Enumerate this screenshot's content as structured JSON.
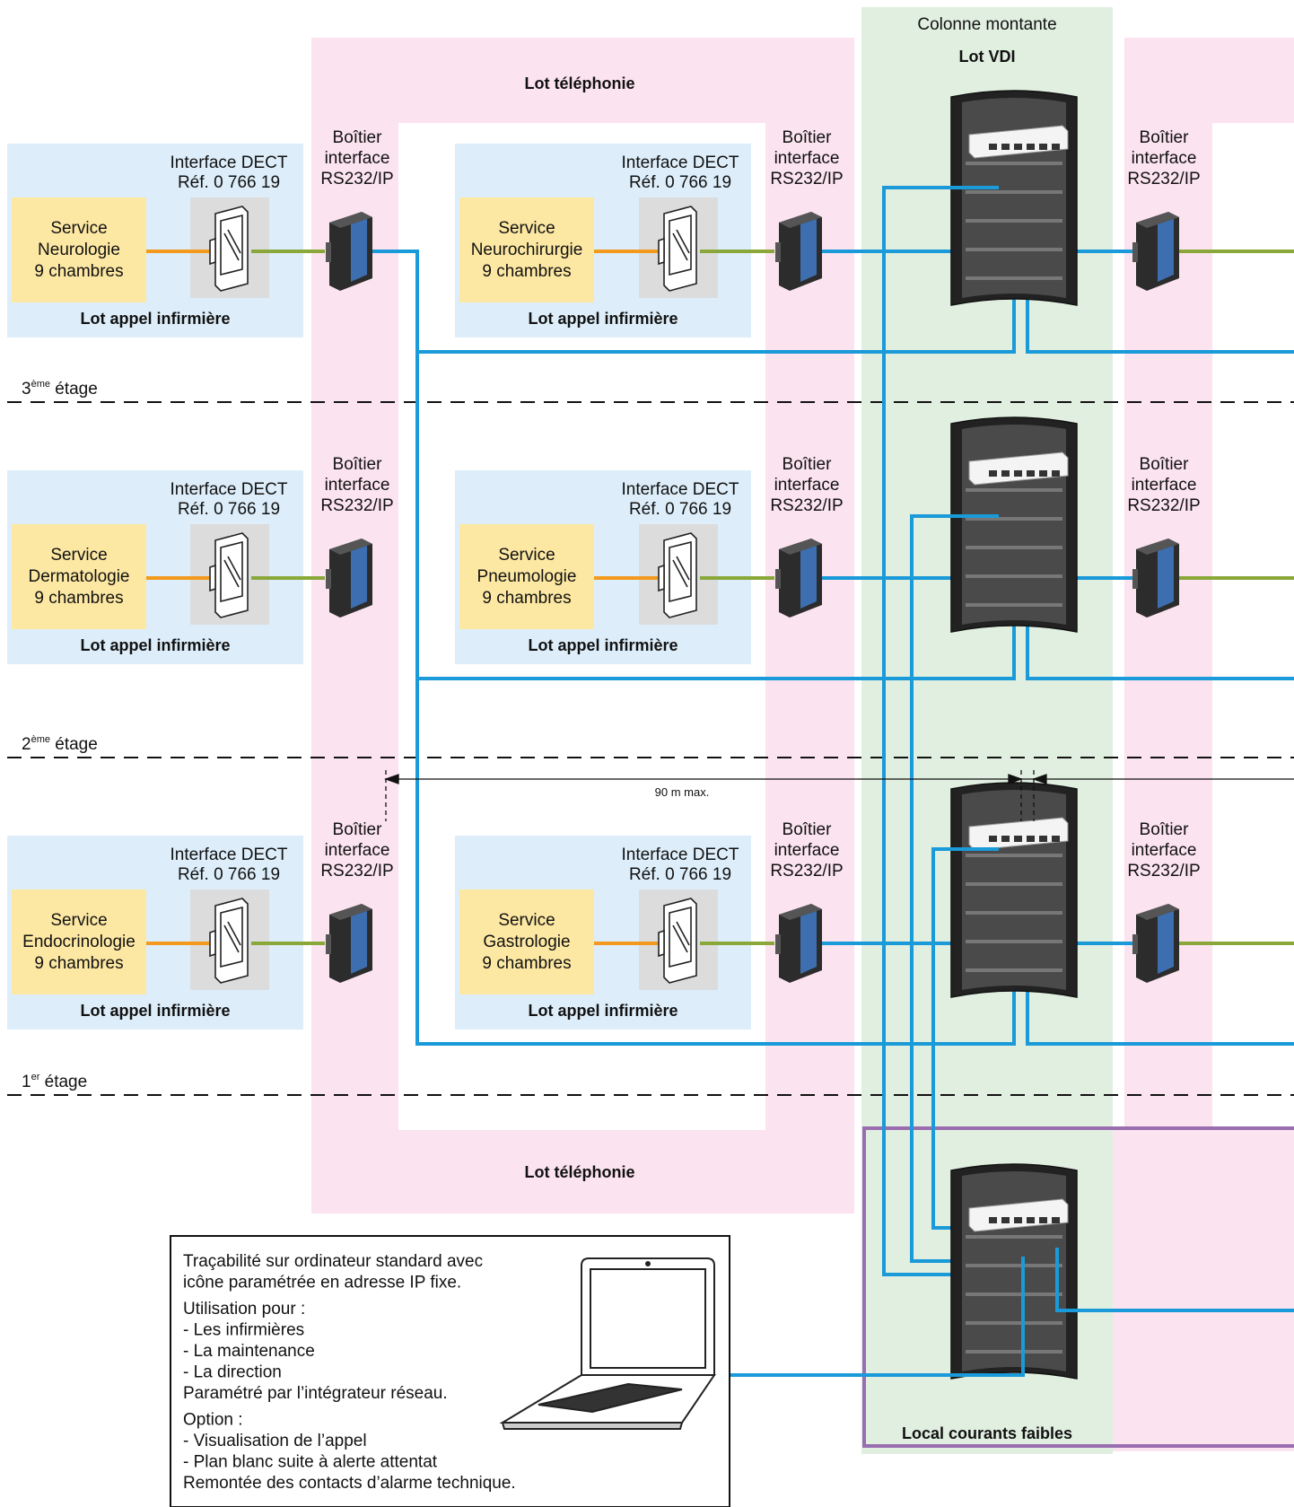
{
  "header": {
    "riser_title": "Colonne montante",
    "lot_vdi": "Lot VDI",
    "lot_telephonie": "Lot téléphonie"
  },
  "labels": {
    "box_interface": [
      "Boîtier",
      "interface",
      "RS232/IP"
    ],
    "dect_interface": [
      "Interface DECT",
      "Réf. 0 766 19"
    ],
    "lot_appel": "Lot appel infirmière",
    "distance": "90 m max.",
    "local_courants_faibles": "Local courants faibles"
  },
  "floors": [
    {
      "label_sup": "ème",
      "label_main_pre": "3",
      "label_main_post": " étage",
      "services": [
        [
          "Service",
          "Neurologie",
          "9 chambres"
        ],
        [
          "Service",
          "Neurochirurgie",
          "9 chambres"
        ]
      ]
    },
    {
      "label_sup": "ème",
      "label_main_pre": "2",
      "label_main_post": " étage",
      "services": [
        [
          "Service",
          "Dermatologie",
          "9 chambres"
        ],
        [
          "Service",
          "Pneumologie",
          "9 chambres"
        ]
      ]
    },
    {
      "label_sup": "er",
      "label_main_pre": "1",
      "label_main_post": " étage",
      "services": [
        [
          "Service",
          "Endocrinologie",
          "9 chambres"
        ],
        [
          "Service",
          "Gastrologie",
          "9 chambres"
        ]
      ]
    }
  ],
  "info_box": {
    "lines": [
      "Traçabilité sur ordinateur standard avec",
      "icône paramétrée en adresse IP fixe.",
      "Utilisation pour :",
      "- Les infirmières",
      "- La maintenance",
      "- La direction",
      "Paramétré par l’intégrateur réseau.",
      "Option :",
      "- Visualisation de l’appel",
      "- Plan blanc suite à alerte attentat",
      "Remontée des contacts d’alarme technique."
    ]
  },
  "colors": {
    "pink": "#fbe3ef",
    "green": "#e1efe1",
    "blue_zone": "#ddeefa",
    "yellow": "#fde8a3",
    "gray_box": "#dcdcdc",
    "cable_blue": "#1a9ad8",
    "cable_orange": "#f39a1e",
    "cable_green": "#8aa83a",
    "purple": "#9a6db0"
  }
}
